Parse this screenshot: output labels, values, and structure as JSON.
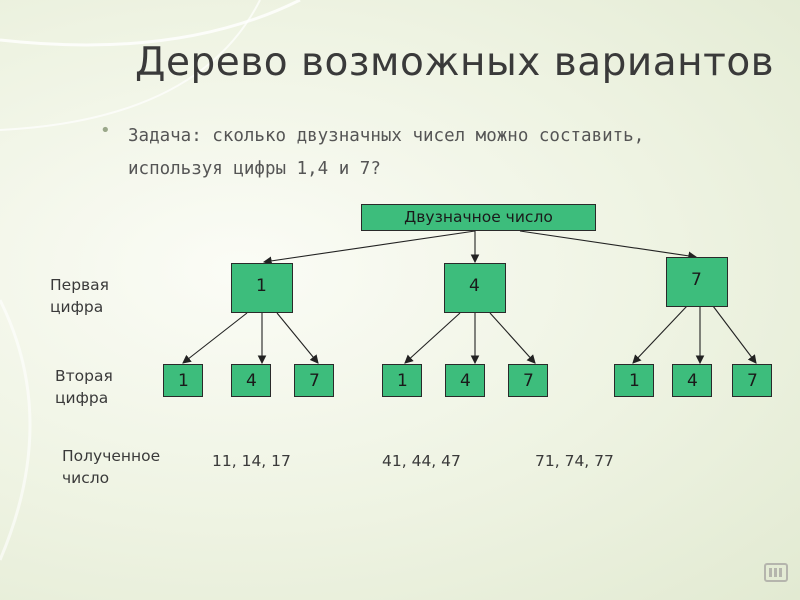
{
  "title": "Дерево возможных вариантов",
  "task": {
    "bullet": "•",
    "line1": "Задача: сколько двузначных чисел можно составить,",
    "line2": "используя цифры 1,4 и 7?"
  },
  "tree": {
    "root": "Двузначное число",
    "first_level": [
      "1",
      "4",
      "7"
    ],
    "second_level": [
      [
        "1",
        "4",
        "7"
      ],
      [
        "1",
        "4",
        "7"
      ],
      [
        "1",
        "4",
        "7"
      ]
    ]
  },
  "labels": {
    "first_digit": [
      "Первая",
      "цифра"
    ],
    "second_digit": [
      "Вторая",
      "цифра"
    ],
    "result_number": [
      "Полученное",
      "число"
    ]
  },
  "results": [
    "11,  14,  17",
    "41,  44,  47",
    "71,  74,  77"
  ],
  "colors": {
    "node_fill": "#3dbd7c",
    "node_border": "#2a2a2a"
  }
}
